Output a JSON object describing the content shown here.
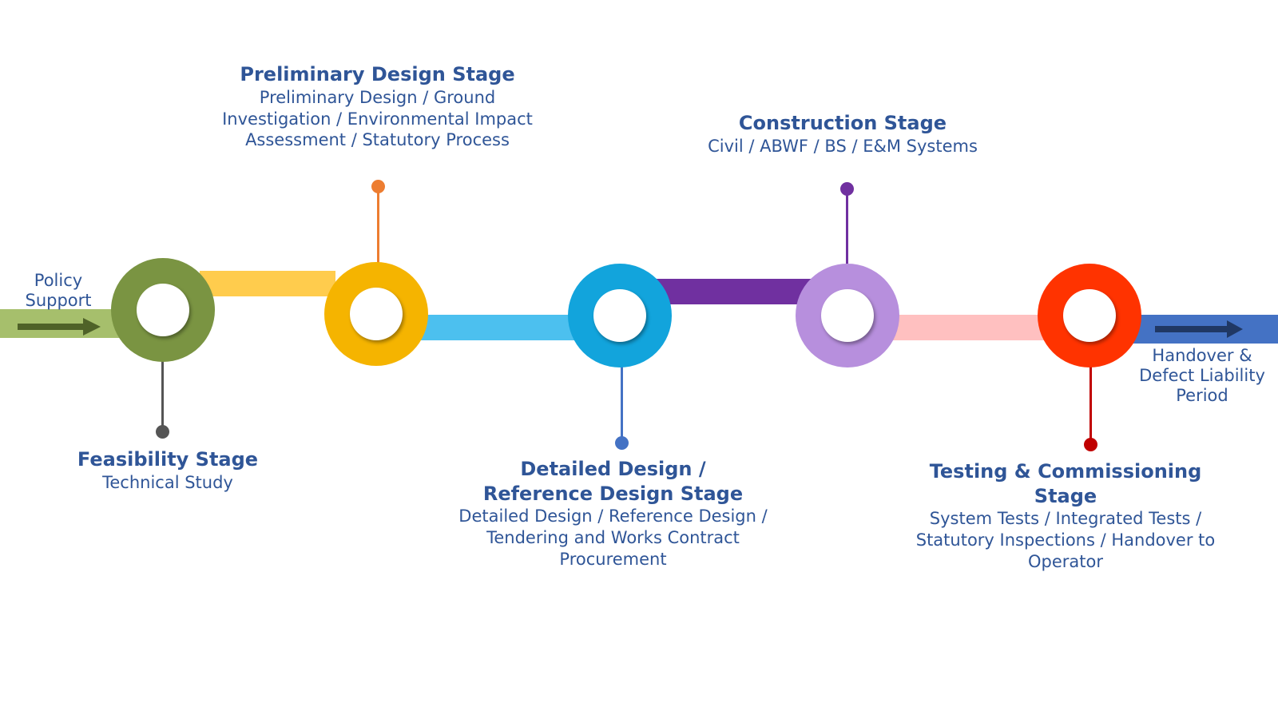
{
  "start_label": "Policy Support",
  "end_label": "Handover & Defect Liability Period",
  "stages": [
    {
      "title": "Feasibility Stage",
      "description": "Technical Study",
      "ring_color": "#7a9442",
      "stem_color": "#555555"
    },
    {
      "title": "Preliminary Design Stage",
      "description": "Preliminary Design / Ground Investigation / Environmental Impact Assessment / Statutory Process",
      "ring_color": "#f5b400",
      "stem_color": "#ed7d31"
    },
    {
      "title": "Detailed Design / Reference Design Stage",
      "description": "Detailed Design / Reference Design / Tendering and Works Contract Procurement",
      "ring_color": "#12a4dc",
      "stem_color": "#4472c4"
    },
    {
      "title": "Construction Stage",
      "description": "Civil / ABWF / BS / E&M Systems",
      "ring_color": "#b78fdd",
      "stem_color": "#7030a0"
    },
    {
      "title": "Testing & Commissioning Stage",
      "description": "System Tests / Integrated Tests / Statutory Inspections / Handover to Operator",
      "ring_color": "#ff3300",
      "stem_color": "#c00000"
    }
  ],
  "colors": {
    "start_bar": "#a6bf6c",
    "bar_1": "#ffcc4d",
    "bar_2": "#4cc0ef",
    "bar_3": "#7030a0",
    "bar_4": "#ffc0c0",
    "end_bar": "#4472c4",
    "arrow_start": "#4f6228",
    "arrow_end": "#203864",
    "text": "#2f5597"
  }
}
